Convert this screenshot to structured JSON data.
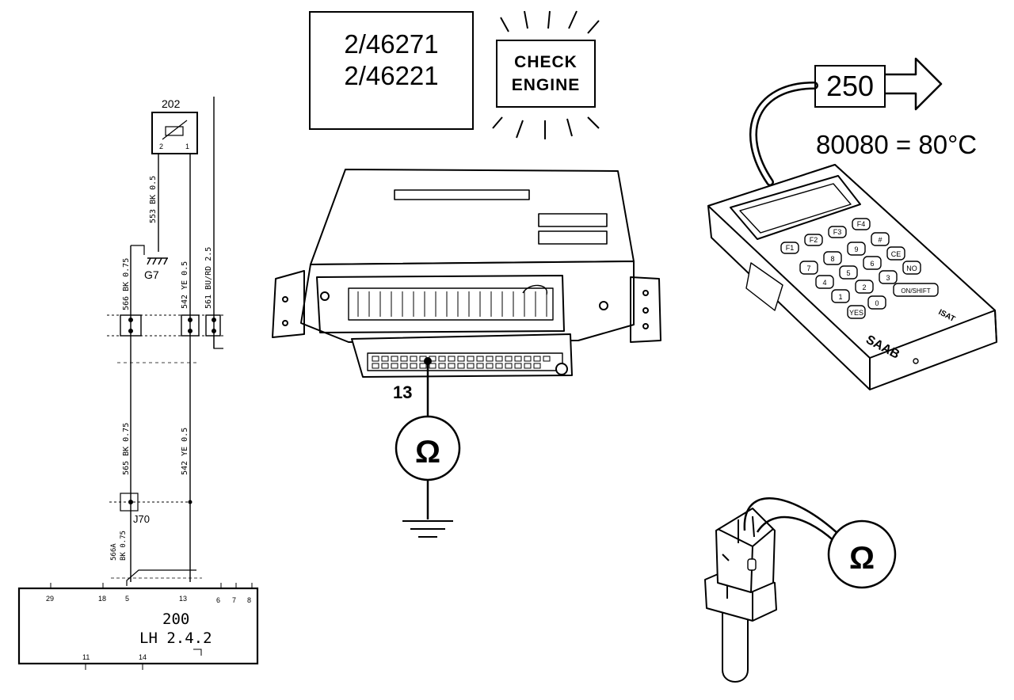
{
  "wiring": {
    "component_202": "202",
    "pin_2": "2",
    "pin_1": "1",
    "wire_553": "553 BK 0.5",
    "wire_566": "566 BK 0.75",
    "wire_542_upper": "542 YE 0.5",
    "wire_561": "561 BU/RD 2.5",
    "ground_g7": "G7",
    "wire_565": "565 BK 0.75",
    "wire_542_lower": "542 YE 0.5",
    "junction_j70": "J70",
    "wire_566a_id": "566A",
    "wire_566a_spec": "BK 0.75",
    "ecu_pins_top": [
      "29",
      "18",
      "5",
      "13",
      "6",
      "7",
      "8"
    ],
    "ecu_pins_bottom": [
      "11",
      "14"
    ],
    "ecu_number": "200",
    "ecu_name": "LH 2.4.2"
  },
  "fault_codes": [
    "2/46271",
    "2/46221"
  ],
  "check_engine": [
    "CHECK",
    "ENGINE"
  ],
  "ecu_pin_label": "13",
  "ohm_symbol": "Ω",
  "tester": {
    "reading": "250",
    "conversion": "80080 = 80°C",
    "brand": "SAAB",
    "model": "ISAT",
    "keys": [
      "F1",
      "F2",
      "F3",
      "F4",
      "7",
      "8",
      "9",
      "#",
      "4",
      "5",
      "6",
      "CE",
      "1",
      "2",
      "3",
      "NO",
      "0",
      "ON/SHIFT",
      "YES"
    ]
  }
}
